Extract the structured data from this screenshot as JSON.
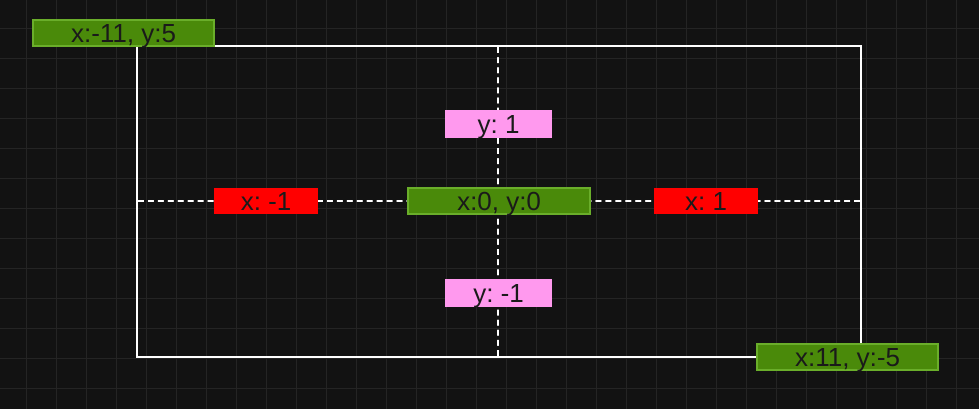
{
  "labels": {
    "top_left": "x:-11, y:5",
    "bottom_right": "x:11, y:-5",
    "origin": "x:0, y:0",
    "x_negative": "x: -1",
    "x_positive": "x: 1",
    "y_positive": "y: 1",
    "y_negative": "y: -1"
  },
  "colors": {
    "background": "#121212",
    "grid": "#242424",
    "frame": "#ffffff",
    "corner_and_origin_label": "#4a8a0a",
    "x_label": "#ff0000",
    "y_label": "#ff99ee"
  }
}
